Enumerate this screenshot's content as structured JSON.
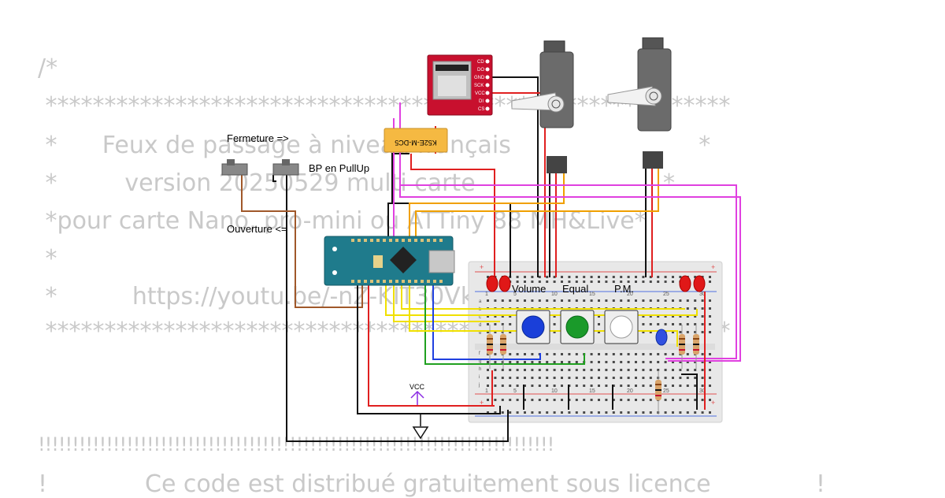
{
  "code_lines": [
    "/*",
    " **********************************************************",
    " *      Feux de passage à niveau français                         *",
    " *         version 20250529 multi carte                         *",
    " *pour carte Nano, pro-mini ou ATTiny 88 MH&Live*",
    " *",
    " *          https://youtu.be/-nZ-KIT30Vk4",
    " **********************************************************",
    "",
    "!!!!!!!!!!!!!!!!!!!!!!!!!!!!!!!!!!!!!!!!!!!!!!!!!!!!!!!!!!!!!!!!!!!!!!!!!!!!",
    "!             Ce code est distribué gratuitement sous licence              !"
  ],
  "labels": {
    "fermeture": "Fermeture =>",
    "bp_pullup": "BP en PullUp",
    "ouverture": "Ouverture <=",
    "volume": "Volume",
    "equal": "Equal",
    "pm": "P.M.",
    "vcc": "VCC",
    "relay": "K52E-M-DC5"
  },
  "sd_pins": [
    "CD",
    "DO",
    "GND",
    "SCK",
    "VCC",
    "DI",
    "CS"
  ],
  "breadboard": {
    "col_labels": [
      "1",
      "5",
      "10",
      "15",
      "20",
      "25",
      "30"
    ],
    "row_labels_top": [
      "a",
      "b",
      "c",
      "d",
      "e"
    ],
    "row_labels_bottom": [
      "f",
      "g",
      "h",
      "i",
      "j"
    ]
  },
  "colors": {
    "code_text": "#c9c9c9",
    "wire_red": "#e02020",
    "wire_black": "#111111",
    "wire_yellow": "#f0e000",
    "wire_orange": "#f0a000",
    "wire_magenta": "#e040e0",
    "wire_brown": "#a0582a",
    "wire_green": "#20a020",
    "wire_blue": "#2040e0",
    "arduino": "#1f7b8c",
    "relay": "#f5b942",
    "sd_card": "#c8102e",
    "breadboard": "#e8e8e8"
  }
}
